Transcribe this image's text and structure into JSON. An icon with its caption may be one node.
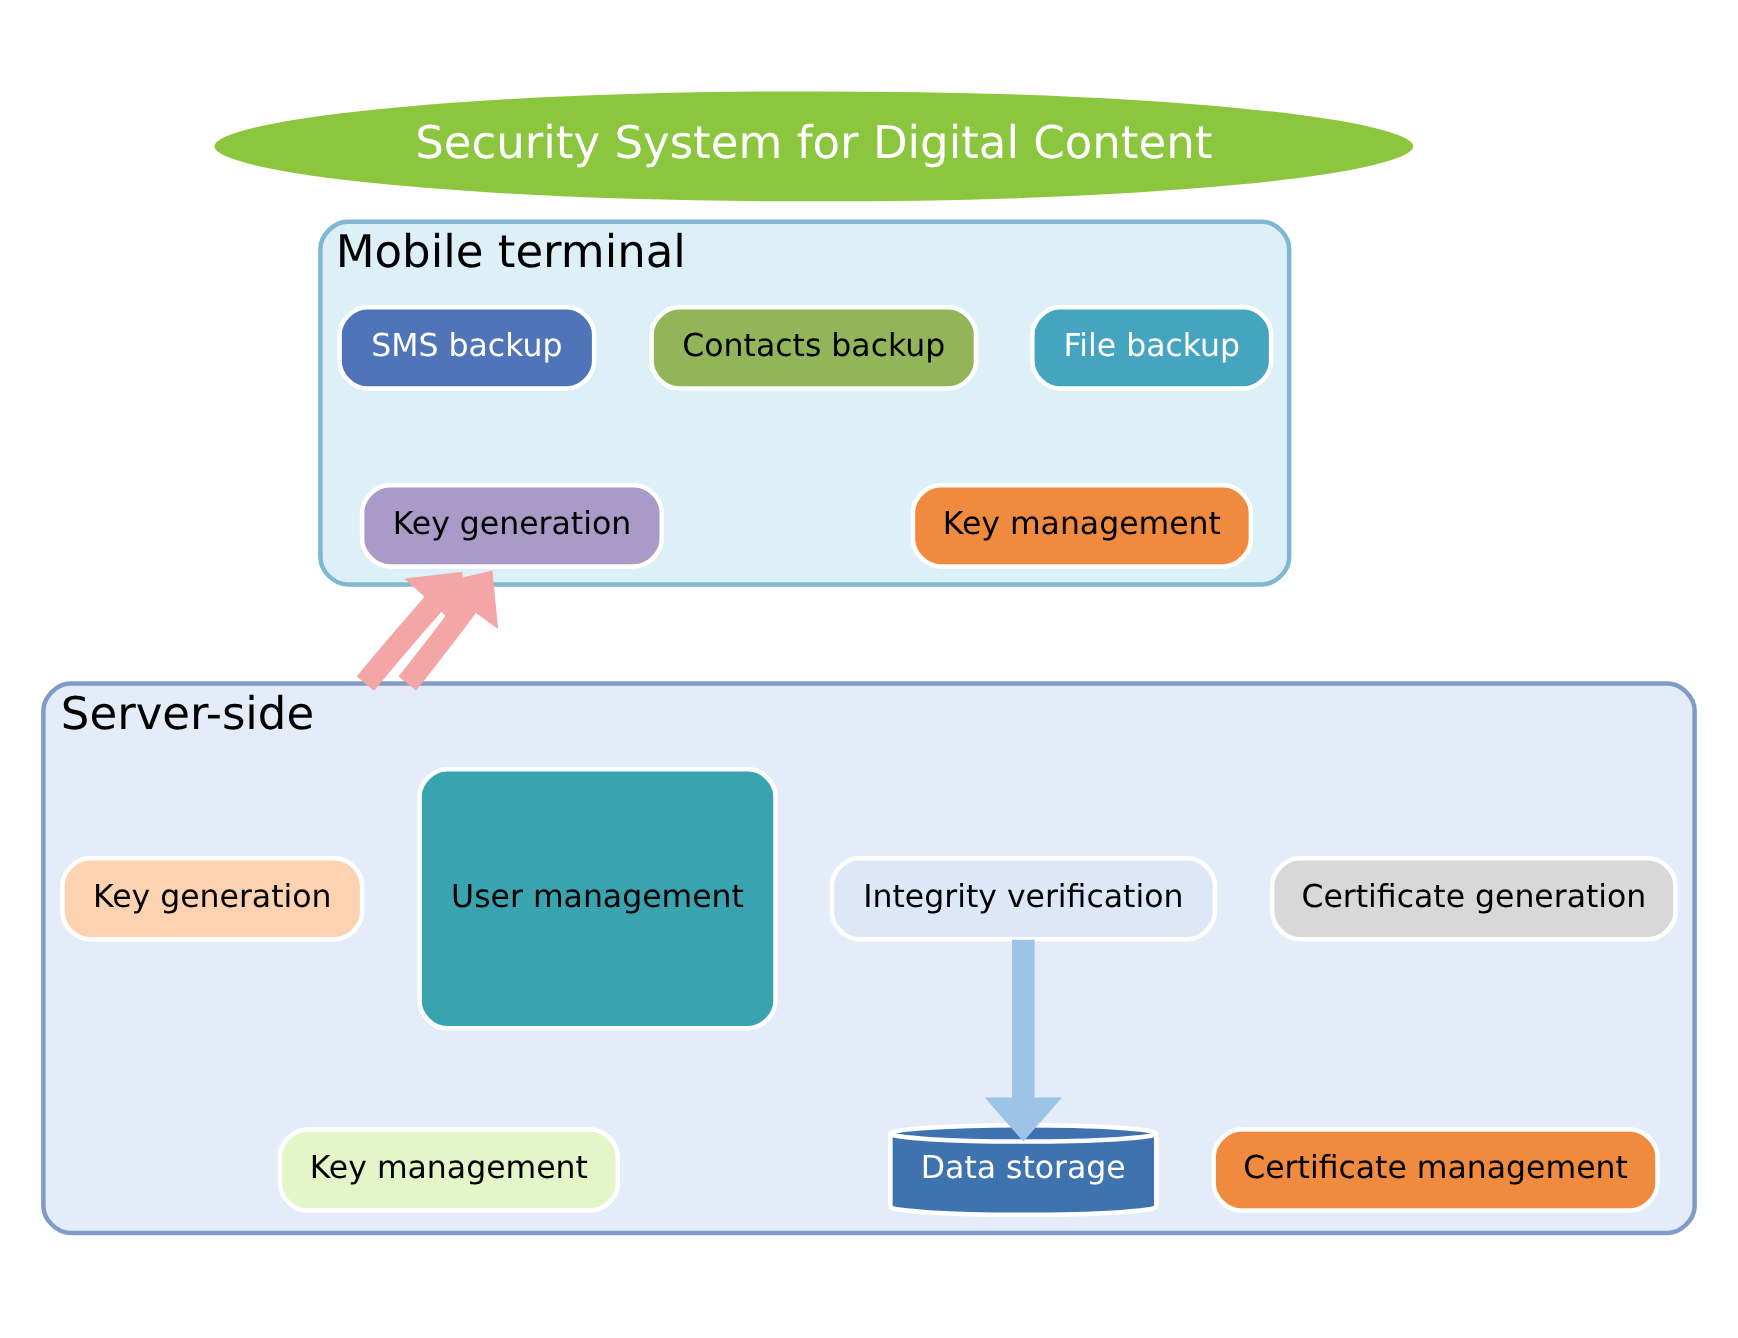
{
  "diagram": {
    "nodes": [
      {
        "text": [
          "Security System for Digital Content"
        ]
      },
      {
        "text": [
          "Mobile terminal"
        ]
      },
      {
        "text": [
          "SMS backup"
        ],
        "in": 1
      },
      {
        "text": [
          "Contacts backup"
        ],
        "in": 1
      },
      {
        "text": [
          "File backup"
        ],
        "in": 1
      },
      {
        "text": [
          "Key generation"
        ],
        "in": 1
      },
      {
        "text": [
          "Key management"
        ],
        "in": 1
      },
      {
        "text": [
          "Server-side"
        ]
      },
      {
        "text": [
          "Key generation"
        ],
        "in": 7
      },
      {
        "text": [
          "Key management"
        ],
        "in": 7
      },
      {
        "text": [
          "User management"
        ],
        "in": 7
      },
      {
        "text": [
          "Certificate generation"
        ],
        "in": 7
      },
      {
        "text": [
          "Certificate management"
        ],
        "in": 7
      },
      {
        "text": [
          "Integrity verification"
        ],
        "in": 7
      },
      {
        "text": [
          "Data storage"
        ],
        "in": 7
      }
    ],
    "edges": [
      {
        "from": 7,
        "to": 1,
        "arrow": "to"
      },
      {
        "from": 7,
        "to": 1,
        "arrow": "to"
      },
      {
        "from": 13,
        "to": 14,
        "arrow": "to",
        "color": "#9dc3e6"
      }
    ]
  }
}
